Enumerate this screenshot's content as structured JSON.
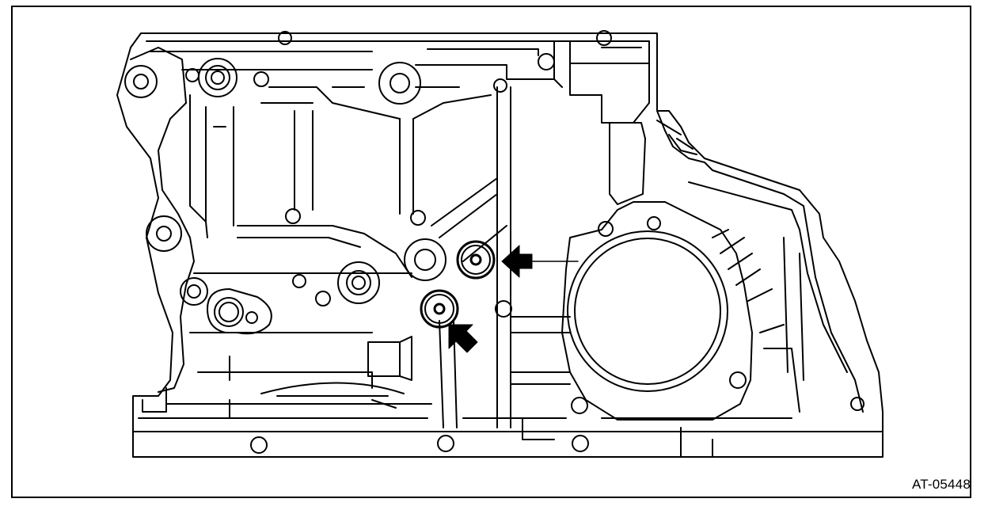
{
  "figure": {
    "code": "AT-05448",
    "line_color": "#000000",
    "background_color": "#ffffff"
  },
  "callouts": [
    {
      "id": "upper-plug",
      "direction": "left"
    },
    {
      "id": "lower-plug",
      "direction": "up-left"
    }
  ]
}
